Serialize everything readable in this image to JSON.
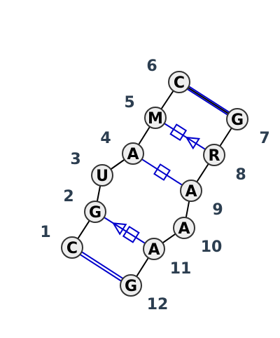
{
  "colors": {
    "backbone": "#000000",
    "pair": "#0000cc",
    "node_fill": "#eeeeee",
    "node_stroke": "#333333",
    "label": "#2c3e50"
  },
  "nucleotides": [
    {
      "index": "1",
      "letter": "C"
    },
    {
      "index": "2",
      "letter": "G"
    },
    {
      "index": "3",
      "letter": "U"
    },
    {
      "index": "4",
      "letter": "A"
    },
    {
      "index": "5",
      "letter": "M"
    },
    {
      "index": "6",
      "letter": "C"
    },
    {
      "index": "7",
      "letter": "G"
    },
    {
      "index": "8",
      "letter": "R"
    },
    {
      "index": "9",
      "letter": "A"
    },
    {
      "index": "10",
      "letter": "A"
    },
    {
      "index": "11",
      "letter": "A"
    },
    {
      "index": "12",
      "letter": "G"
    }
  ],
  "pairs": [
    {
      "a": "1",
      "b": "12",
      "kind": "canonical"
    },
    {
      "a": "6",
      "b": "7",
      "kind": "canonical"
    },
    {
      "a": "2",
      "b": "11",
      "kind": "triangle-square"
    },
    {
      "a": "4",
      "b": "9",
      "kind": "square-line"
    },
    {
      "a": "5",
      "b": "8",
      "kind": "square-triangle"
    }
  ]
}
